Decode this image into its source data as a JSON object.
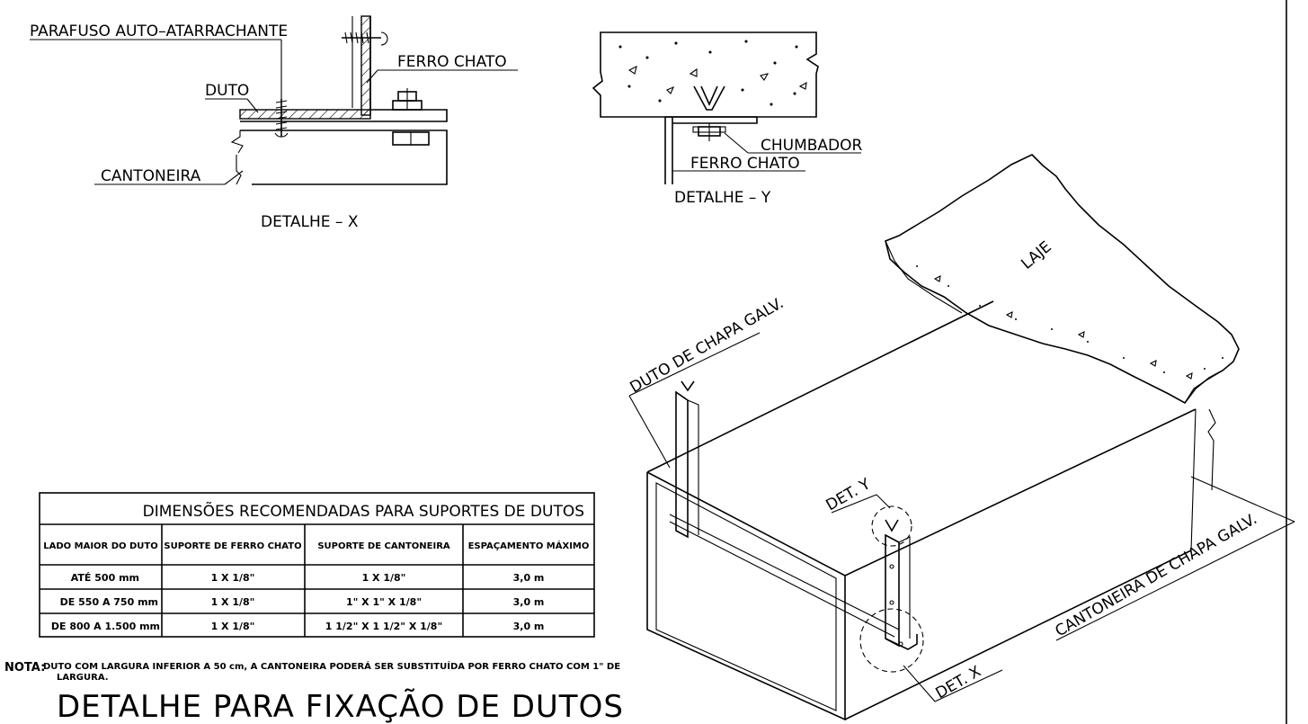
{
  "detail_x": {
    "title": "DETALHE  –  X",
    "labels": {
      "screw": "PARAFUSO  AUTO–ATARRACHANTE",
      "duct": "DUTO",
      "flat_bar": "FERRO  CHATO",
      "angle": "CANTONEIRA"
    }
  },
  "detail_y": {
    "title": "DETALHE  –  Y",
    "labels": {
      "anchor": "CHUMBADOR",
      "flat_bar": "FERRO  CHATO"
    }
  },
  "isometric": {
    "labels": {
      "slab": "LAJE",
      "duct": "DUTO DE CHAPA GALV.",
      "angle": "CANTONEIRA DE CHAPA GALV.",
      "det_y": "DET. Y",
      "det_x": "DET. X"
    }
  },
  "table": {
    "title": "DIMENSÕES RECOMENDADAS PARA SUPORTES DE DUTOS",
    "columns": [
      "LADO MAIOR DO DUTO",
      "SUPORTE DE FERRO CHATO",
      "SUPORTE DE CANTONEIRA",
      "ESPAÇAMENTO MÁXIMO"
    ],
    "rows": [
      [
        "ATÉ 500 mm",
        "1 X 1/8\"",
        "1 X 1/8\"",
        "3,0 m"
      ],
      [
        "DE 550 A 750 mm",
        "1 X 1/8\"",
        "1\" X 1\" X 1/8\"",
        "3,0 m"
      ],
      [
        "DE 800 A 1.500 mm",
        "1 X 1/8\"",
        "1 1/2\" X 1 1/2\" X 1/8\"",
        "3,0 m"
      ]
    ]
  },
  "note": {
    "lead": "NOTA:",
    "line1": "DUTO COM LARGURA INFERIOR A 50 cm, A CANTONEIRA PODERÁ SER SUBSTITUÍDA    POR FERRO CHATO COM 1\" DE",
    "line2": "LARGURA."
  },
  "title": "DETALHE  PARA  FIXAÇÃO  DE  DUTOS"
}
